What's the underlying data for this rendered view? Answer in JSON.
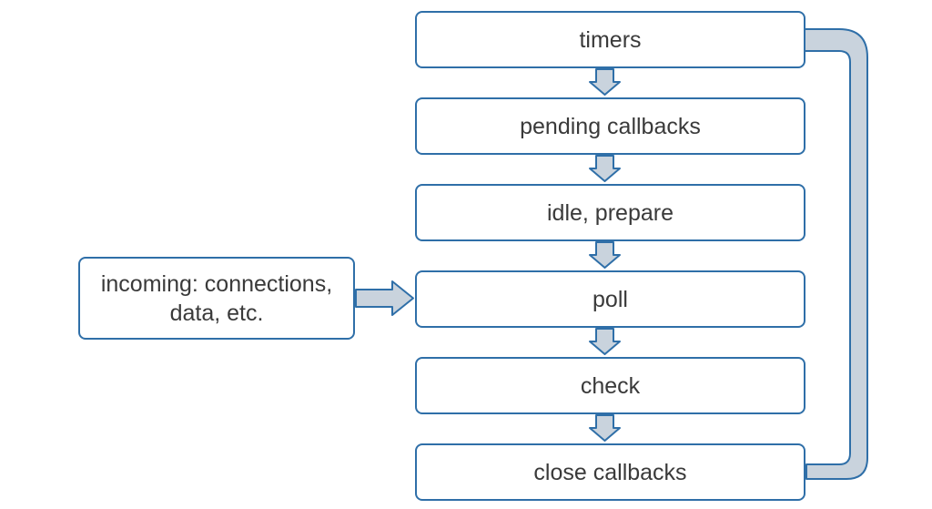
{
  "phases": [
    {
      "label": "timers"
    },
    {
      "label": "pending callbacks"
    },
    {
      "label": "idle, prepare"
    },
    {
      "label": "poll"
    },
    {
      "label": "check"
    },
    {
      "label": "close callbacks"
    }
  ],
  "incoming": {
    "label": "incoming: connections,\ndata, etc."
  },
  "colors": {
    "border": "#2f6fa8",
    "arrow_fill": "#c9d3dd",
    "arrow_stroke": "#2f6fa8",
    "text": "#3a3a3a"
  }
}
